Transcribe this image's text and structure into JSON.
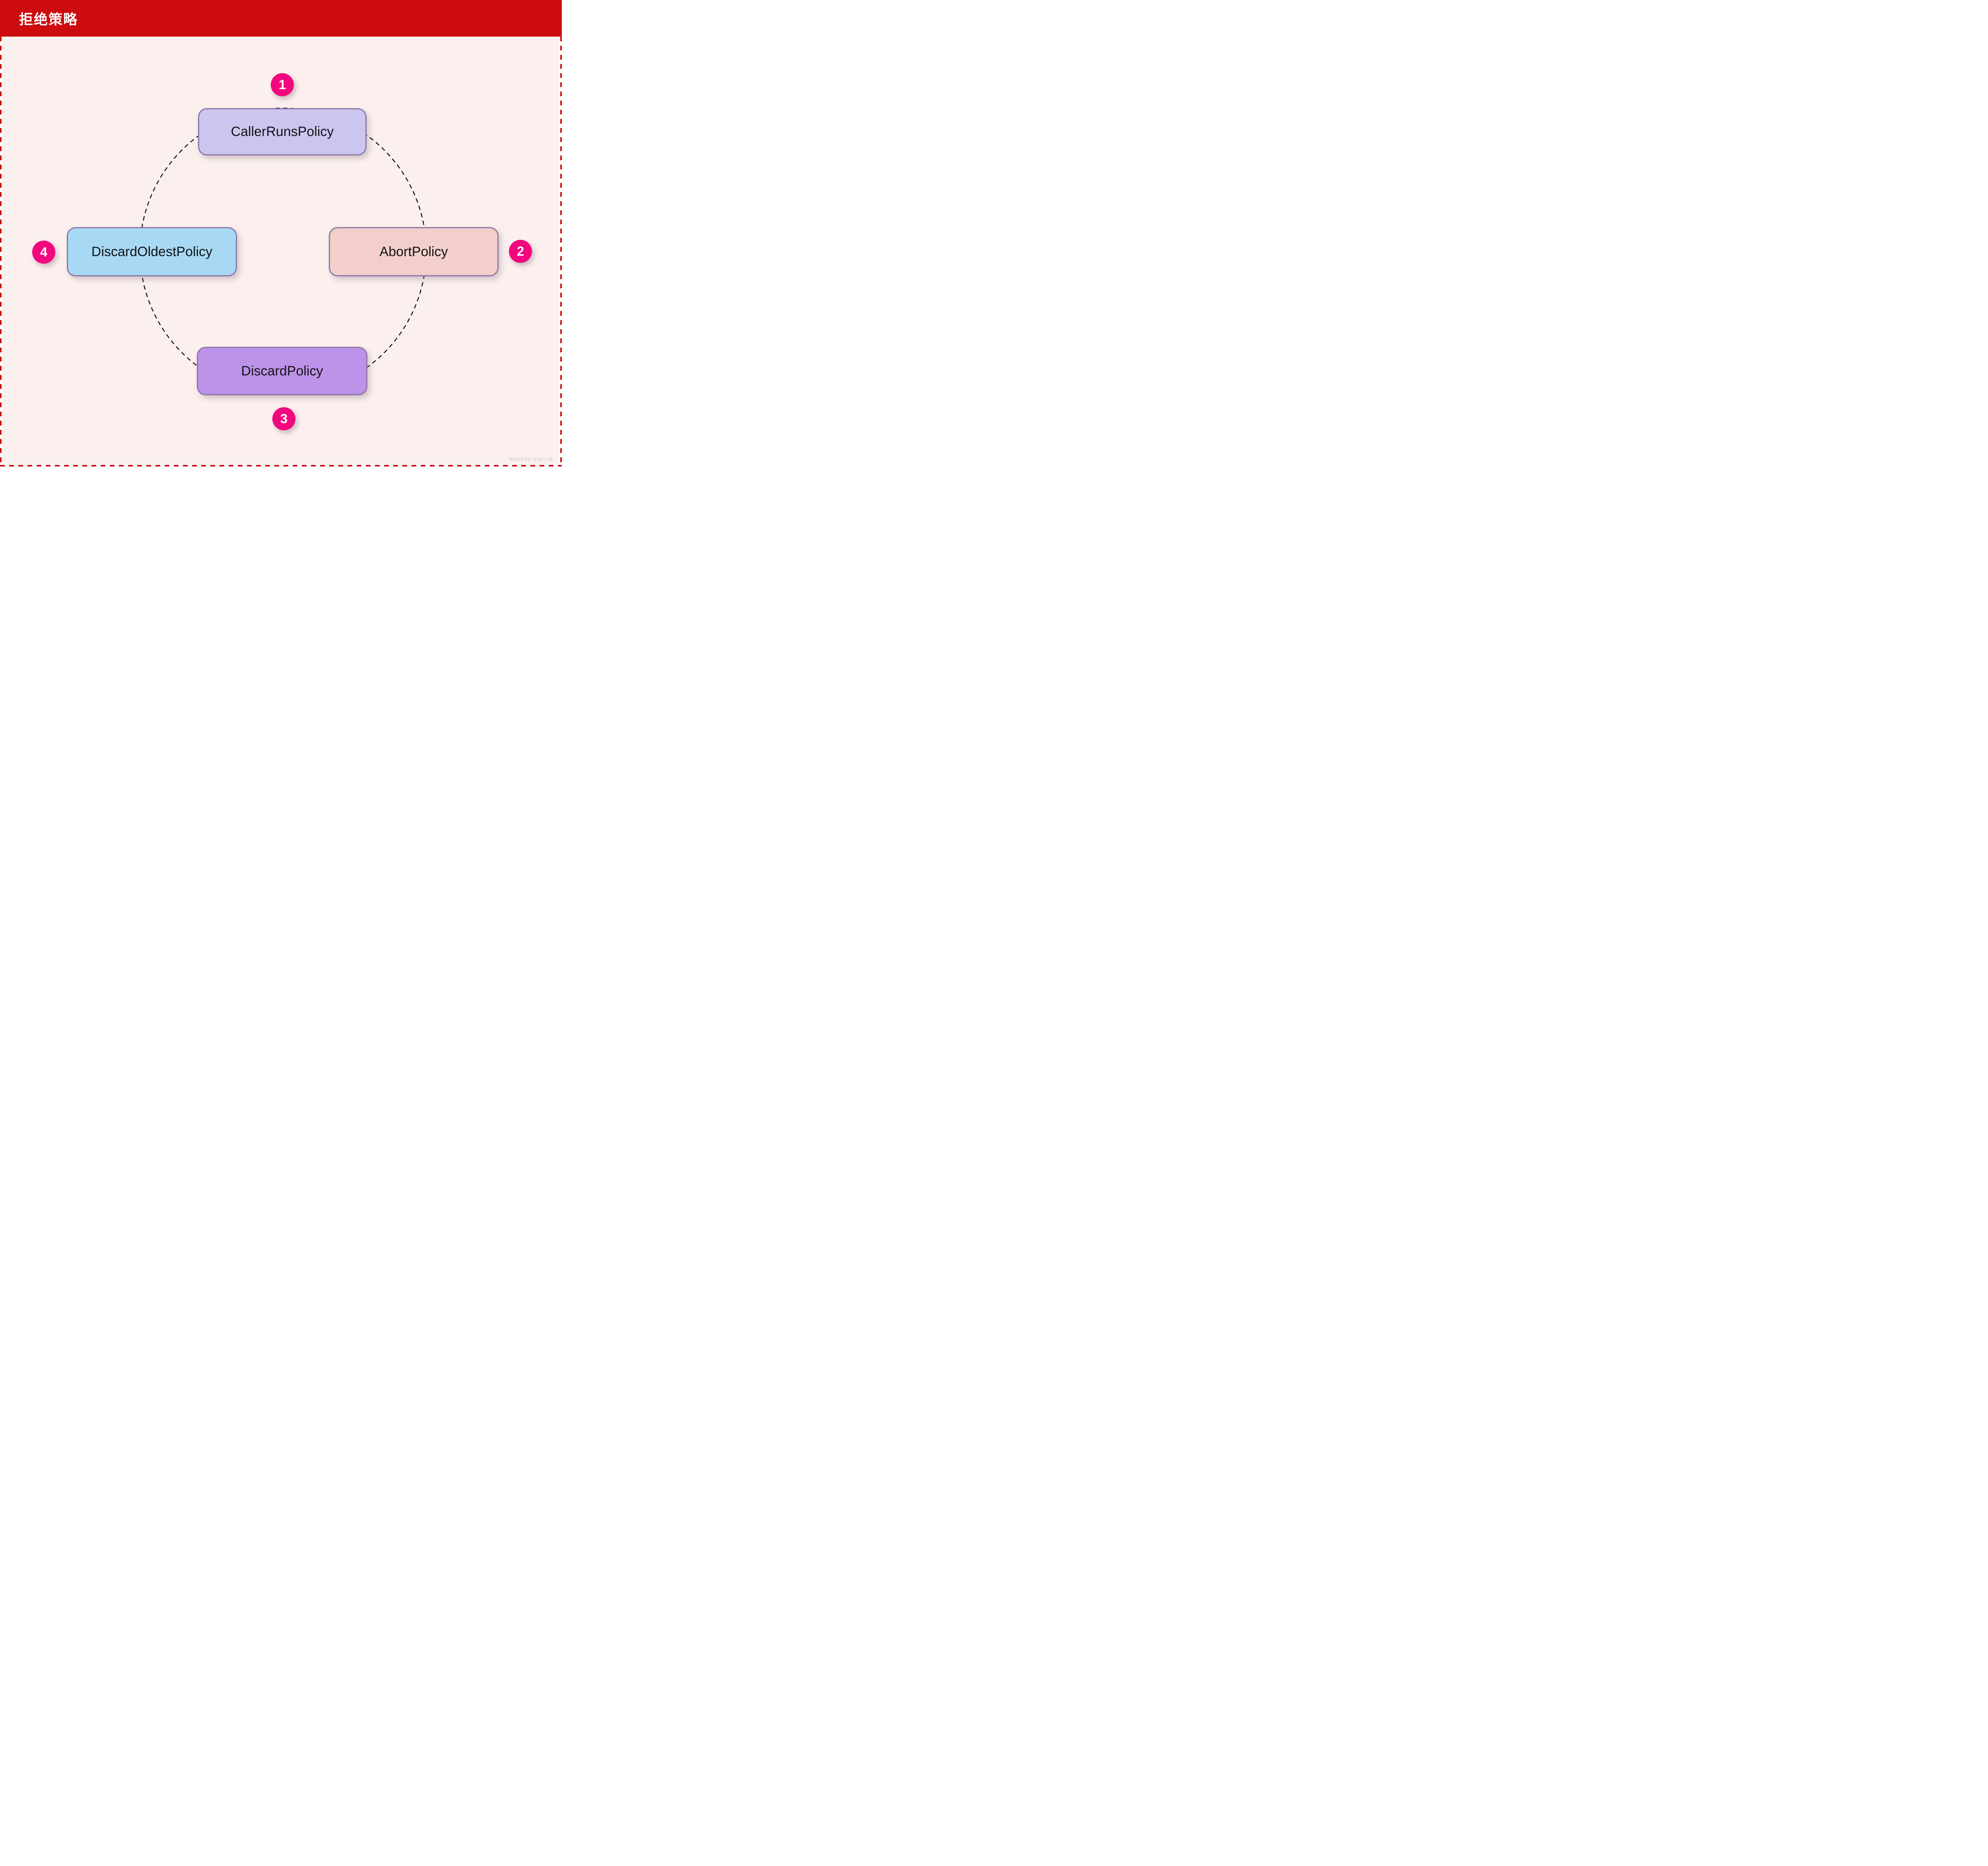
{
  "header": {
    "title": "拒绝策略"
  },
  "colors": {
    "header_bg": "#cd0c10",
    "frame_dash_red": "#cd0c10",
    "panel_bg": "#fbf0ee",
    "node_border": "#8d77a9",
    "node_text": "#141414",
    "badge_bg": "#f2077e",
    "badge_text": "#ffffff",
    "circle_stroke": "#1a1a1a",
    "watermark_text_color": "#c9bcba"
  },
  "diagram": {
    "type": "cycle-diagram",
    "description_topic": "Java thread pool rejection policies",
    "nodes": [
      {
        "label": "CallerRunsPolicy",
        "badge": "1",
        "position": "top",
        "fill": "#cbc6f0"
      },
      {
        "label": "AbortPolicy",
        "badge": "2",
        "position": "right",
        "fill": "#f2cfca"
      },
      {
        "label": "DiscardPolicy",
        "badge": "3",
        "position": "bottom",
        "fill": "#bd92e9"
      },
      {
        "label": "DiscardOldestPolicy",
        "badge": "4",
        "position": "left",
        "fill": "#a7d9f4"
      }
    ]
  },
  "watermark": {
    "text": "掘金技术社区 @ 知行小栈"
  }
}
